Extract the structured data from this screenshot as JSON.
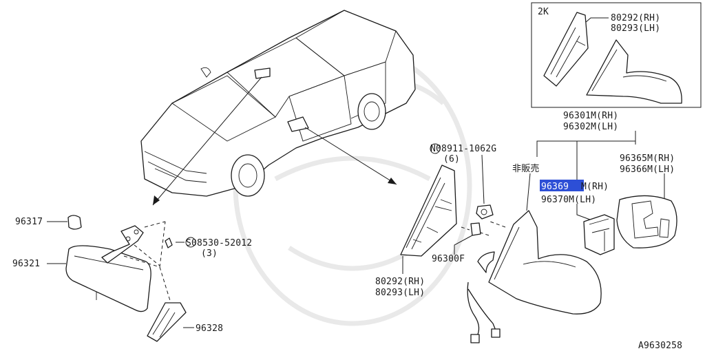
{
  "inset": {
    "variant": "2K",
    "parts": [
      "80292(RH)",
      "80293(LH)"
    ]
  },
  "labels": {
    "mirror_assy_rh": "96301M(RH)",
    "mirror_assy_lh": "96302M(LH)",
    "glass_rh": "96365M(RH)",
    "glass_lh": "96366M(LH)",
    "not_sold": "非販売",
    "motor_rh": "96369M(RH)",
    "motor_lh": "96370M(LH)",
    "nut": "N08911-1062G",
    "nut_qty": "(6)",
    "bracket_rh": "80292(RH)",
    "bracket_lh": "80293(LH)",
    "grommet": "96300F",
    "cover": "96317",
    "inside_mirror": "96321",
    "screw": "S08530-52012",
    "screw_qty": "(3)",
    "base_cover": "96328",
    "diagram_code": "A9630258"
  },
  "highlight": {
    "part": "96369",
    "color": "#2d4fd6"
  },
  "colors": {
    "line": "#1a1a1a",
    "watermark": "#e9e9e9"
  }
}
